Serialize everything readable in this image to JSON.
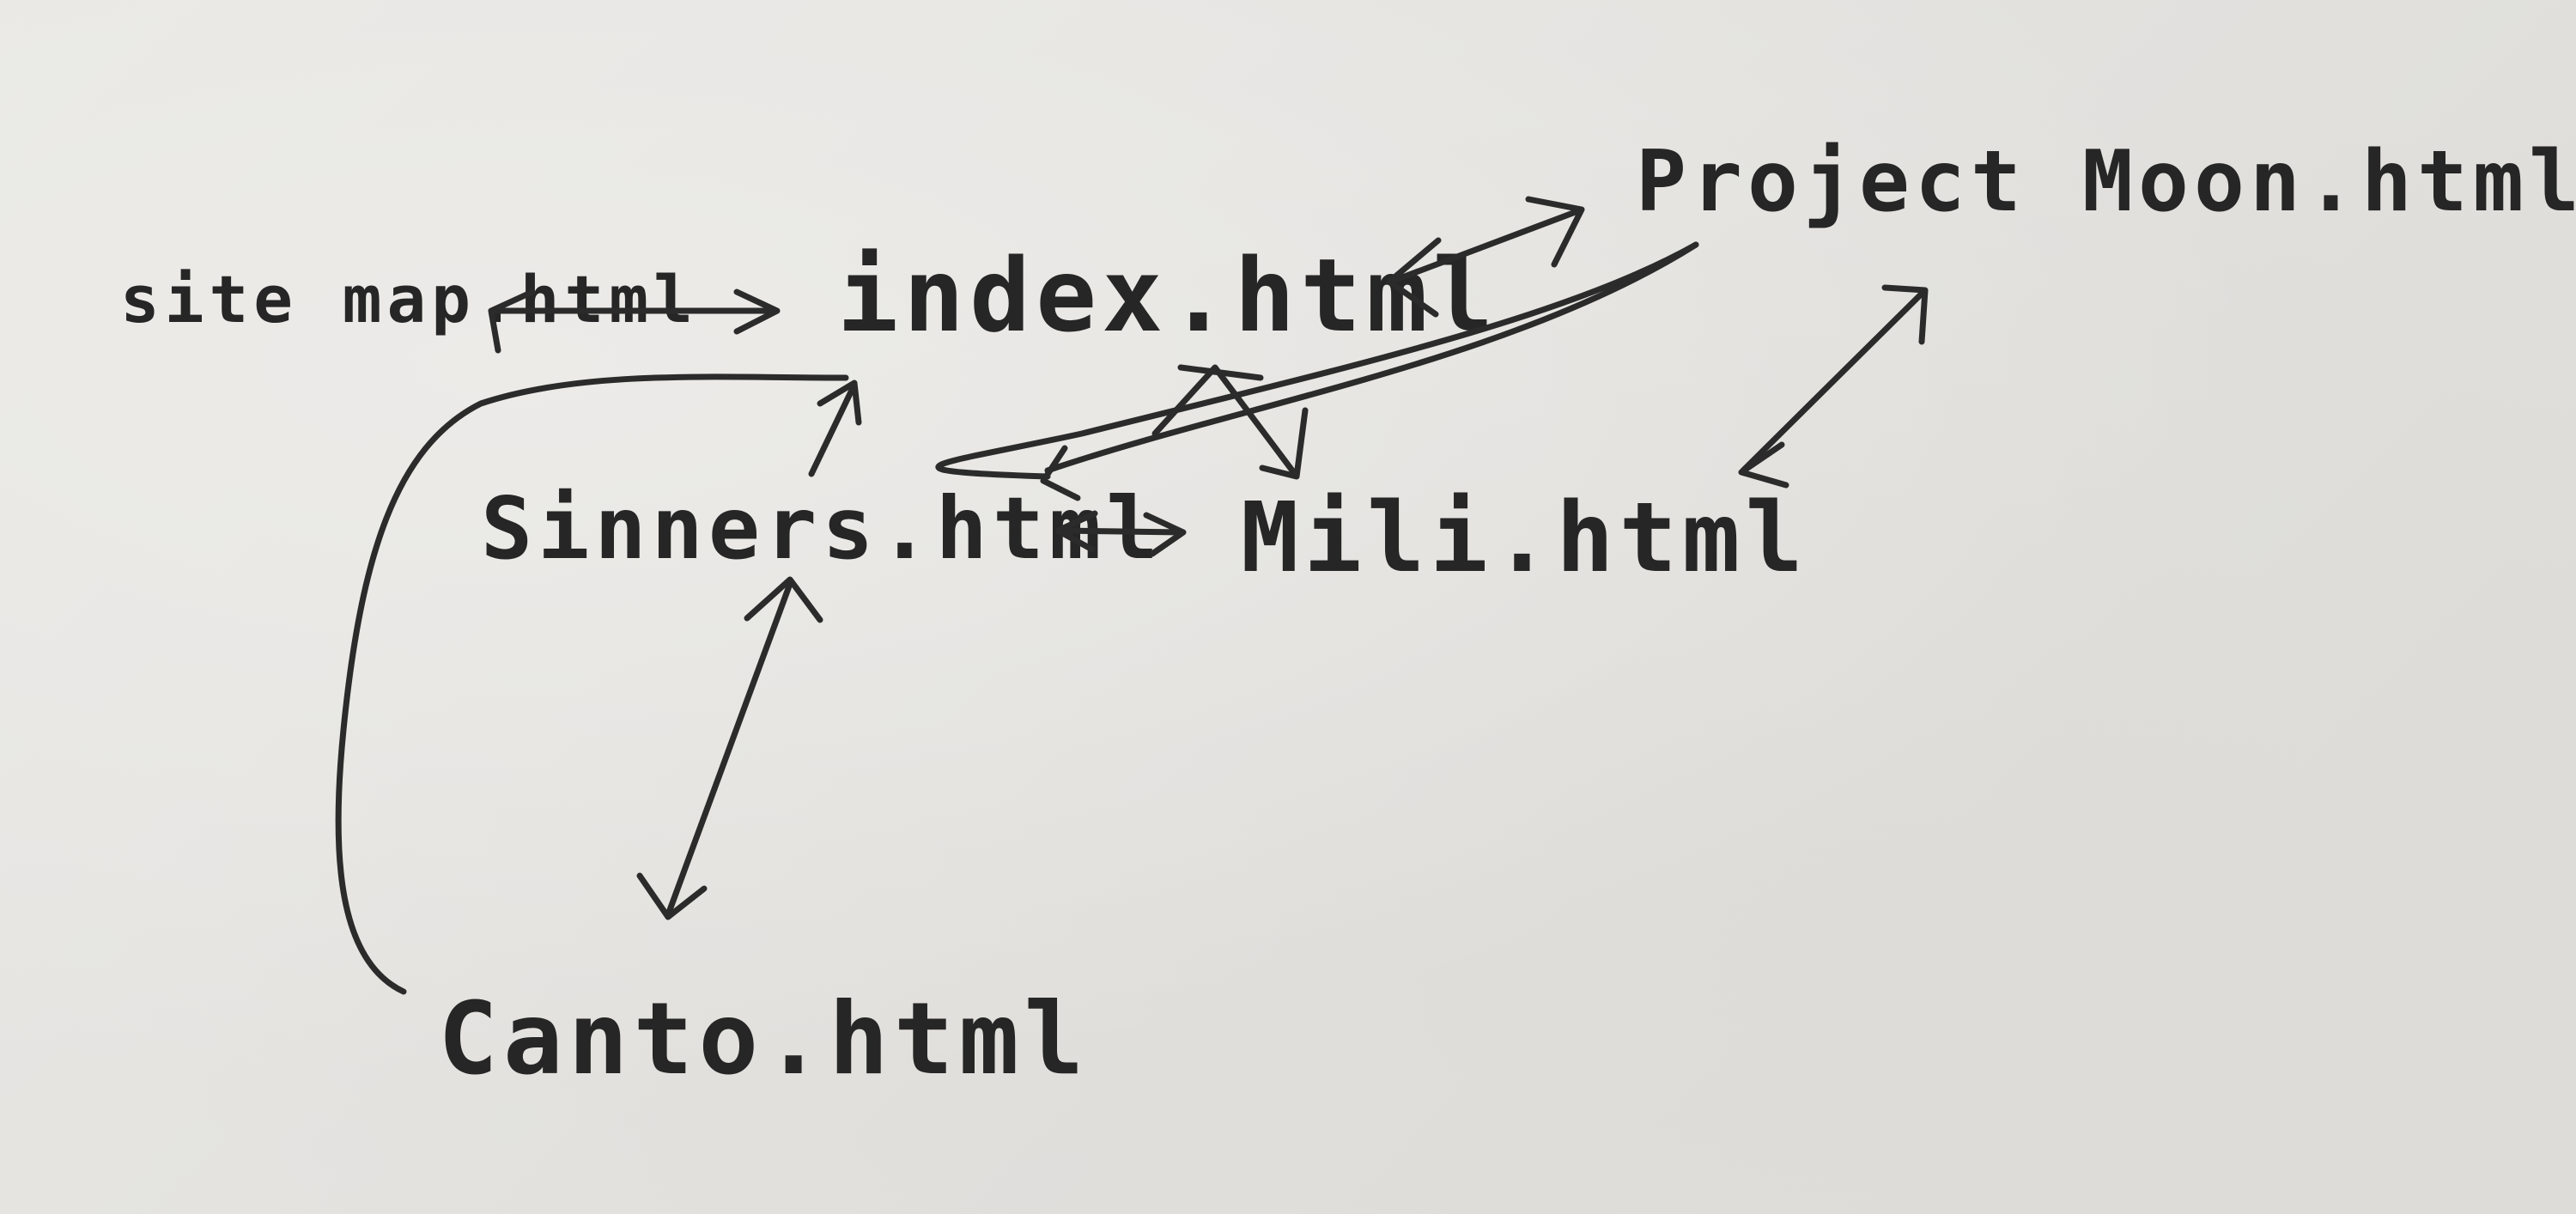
{
  "nodes": {
    "sitemap": "site map.html",
    "index": "index.html",
    "project_moon": "Project Moon.html",
    "sinners": "Sinners.html",
    "mili": "Mili.html",
    "canto": "Canto.html"
  },
  "ink_color": "#2b2b2b",
  "paper_color": "#e6e5e2"
}
